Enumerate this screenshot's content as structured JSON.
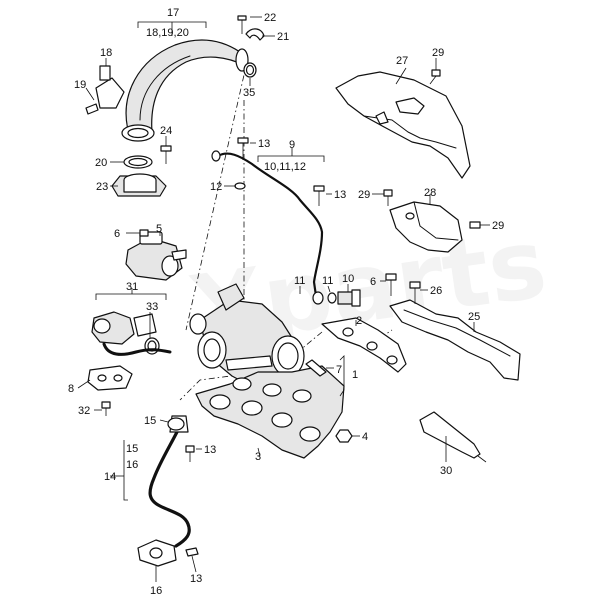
{
  "watermark": "Xparts",
  "callouts": {
    "c17": "17",
    "c18_19_20": "18,19,20",
    "c22": "22",
    "c21": "21",
    "c18": "18",
    "c19": "19",
    "c35": "35",
    "c27": "27",
    "c29a": "29",
    "c24": "24",
    "c13a": "13",
    "c9": "9",
    "c10_11_12": "10,11,12",
    "c20": "20",
    "c12": "12",
    "c13b": "13",
    "c29b": "29",
    "c28": "28",
    "c29c": "29",
    "c23": "23",
    "c6a": "6",
    "c5": "5",
    "c11a": "11",
    "c11b": "11",
    "c10": "10",
    "c6b": "6",
    "c26": "26",
    "c31": "31",
    "c33": "33",
    "c2": "2",
    "c25": "25",
    "c7": "7",
    "c1": "1",
    "c8": "8",
    "c32": "32",
    "c15a": "15",
    "c4": "4",
    "c15b": "15",
    "c16a": "16",
    "c13c": "13",
    "c3": "3",
    "c14": "14",
    "c30": "30",
    "c13d": "13",
    "c16b": "16"
  }
}
